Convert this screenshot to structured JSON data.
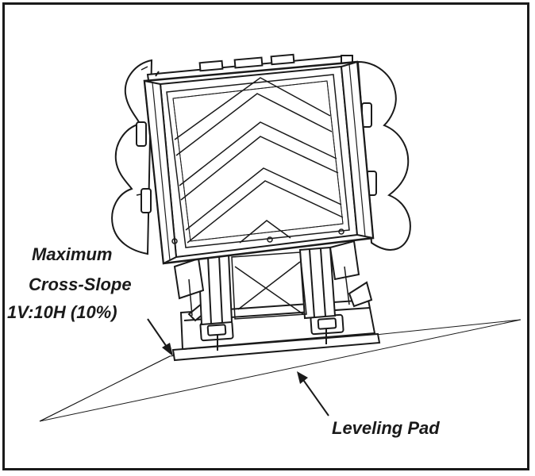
{
  "annotations": {
    "slope_line1": "Maximum",
    "slope_line2": "Cross-Slope",
    "slope_line3": "1V:10H (10%)",
    "pad_label": "Leveling Pad"
  },
  "colors": {
    "ink": "#1a1a1a",
    "background": "#ffffff"
  },
  "icons": {
    "sign_chevrons": "chevron-arrow-icon"
  }
}
